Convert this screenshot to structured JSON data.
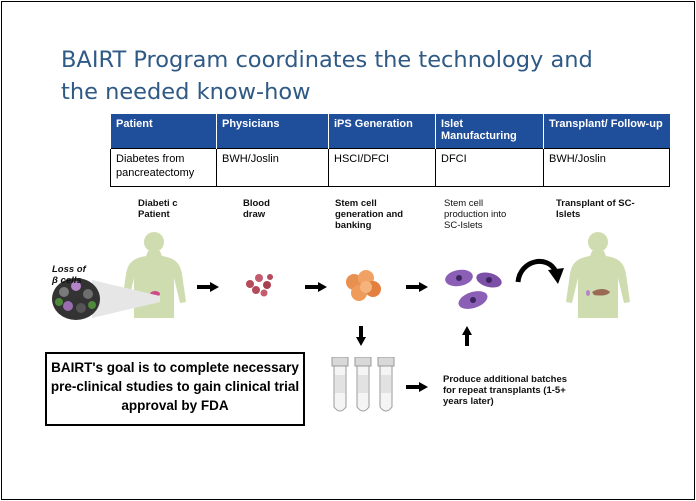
{
  "title": {
    "line1": "BAIRT Program coordinates the technology and",
    "line2": "the needed know-how"
  },
  "table": {
    "headers": [
      "Patient",
      "Physicians",
      "iPS Generation",
      "Islet Manufacturing",
      "Transplant/ Follow-up"
    ],
    "row": [
      "Diabetes from pancreatectomy",
      "BWH/Joslin",
      "HSCI/DFCI",
      "DFCI",
      "BWH/Joslin"
    ]
  },
  "steps": {
    "patient": "Diabeti c Patient",
    "blood": "Blood draw",
    "stem": "Stem cell generation and banking",
    "production": "Stem cell production into SC-Islets",
    "transplant": "Transplant of SC-Islets"
  },
  "loss_label": "Loss of β cells",
  "goal": "BAIRT's goal is to complete necessary pre-clinical studies to gain clinical trial approval by FDA",
  "produce": "Produce additional batches for repeat transplants (1-5+ years later)",
  "colors": {
    "title": "#2f5a86",
    "table_header": "#1f4e9a",
    "body_figure": "#cfdcb0",
    "cells_purple": "#8b5fb5",
    "stem_orange": "#e8904f",
    "blood_red": "#b54a5c"
  }
}
